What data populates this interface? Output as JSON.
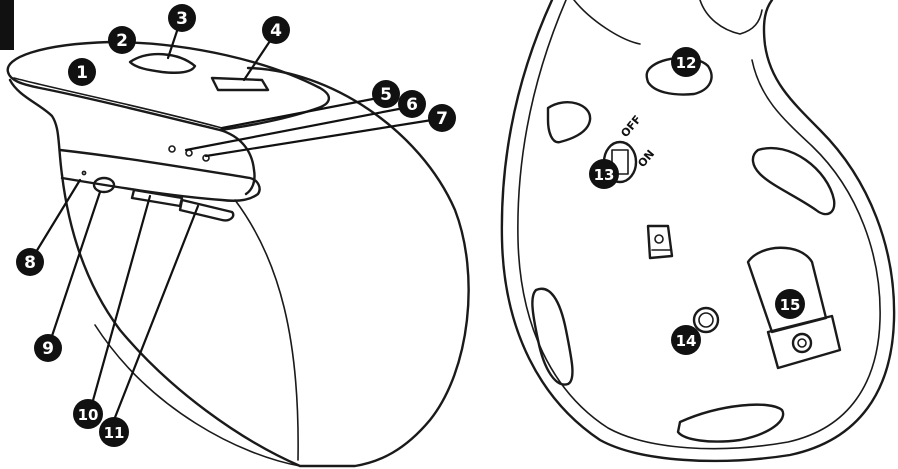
{
  "callouts": [
    {
      "id": "1",
      "label": "1"
    },
    {
      "id": "2",
      "label": "2"
    },
    {
      "id": "3",
      "label": "3"
    },
    {
      "id": "4",
      "label": "4"
    },
    {
      "id": "5",
      "label": "5"
    },
    {
      "id": "6",
      "label": "6"
    },
    {
      "id": "7",
      "label": "7"
    },
    {
      "id": "8",
      "label": "8"
    },
    {
      "id": "9",
      "label": "9"
    },
    {
      "id": "10",
      "label": "10"
    },
    {
      "id": "11",
      "label": "11"
    },
    {
      "id": "12",
      "label": "12"
    },
    {
      "id": "13",
      "label": "13"
    },
    {
      "id": "14",
      "label": "14"
    },
    {
      "id": "15",
      "label": "15"
    }
  ],
  "power_switch": {
    "off_label": "OFF",
    "on_label": "ON"
  }
}
